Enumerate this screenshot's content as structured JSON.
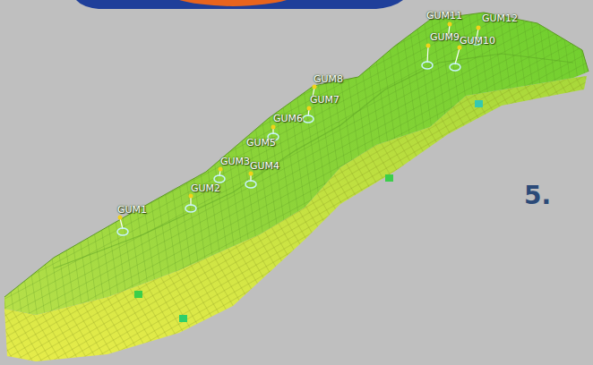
{
  "diagram": {
    "labels": [
      "GUM1",
      "GUM2",
      "GUM3",
      "GUM4",
      "GUM5",
      "GUM6",
      "GUM7",
      "GUM8",
      "GUM11",
      "GUM12",
      "GUM9",
      "GUM10",
      "5."
    ]
  }
}
